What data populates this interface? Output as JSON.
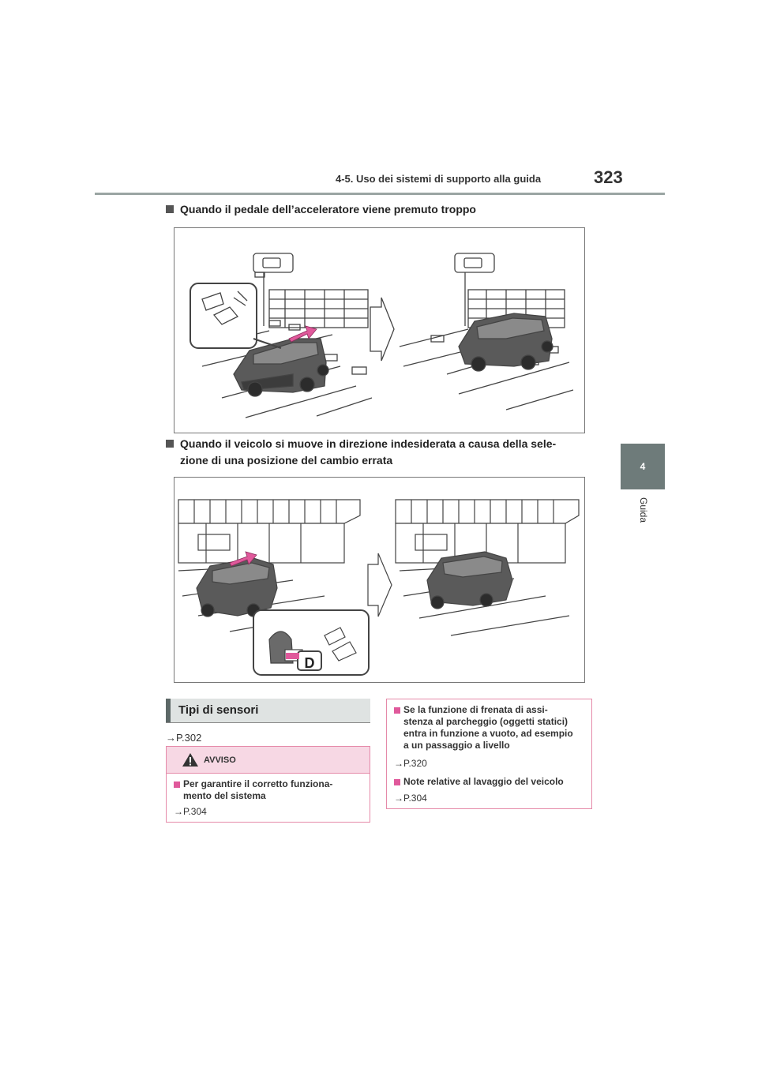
{
  "header": {
    "section_title": "4-5. Uso dei sistemi di supporto alla guida",
    "page_number": "323"
  },
  "chapter_tab": {
    "number": "4",
    "label": "Guida"
  },
  "section1": {
    "heading": "Quando il pedale dell’acceleratore viene premuto troppo"
  },
  "section2": {
    "heading_line1": "Quando il veicolo si muove in direzione indesiderata a causa della sele-",
    "heading_line2": "zione di una posizione del cambio errata",
    "gear_label": "D"
  },
  "sensor_types": {
    "heading": "Tipi di sensori",
    "reference": "→P.302"
  },
  "warning": {
    "title": "AVVISO",
    "item_line1": "Per garantire il corretto funziona-",
    "item_line2": "mento del sistema",
    "item_ref": "→P.304"
  },
  "notes": {
    "item1_line1": "Se la funzione di frenata di assi-",
    "item1_line2": "stenza al parcheggio (oggetti statici)",
    "item1_line3": "entra in funzione a vuoto, ad esempio",
    "item1_line4": "a un passaggio a livello",
    "item1_ref": "→P.320",
    "item2": "Note relative al lavaggio del veicolo",
    "item2_ref": "→P.304"
  },
  "colors": {
    "accent_pink": "#e0599b",
    "tab_gray": "#6e7b7a",
    "warning_border": "#e58aa9",
    "warning_fill": "#f7d8e4"
  }
}
